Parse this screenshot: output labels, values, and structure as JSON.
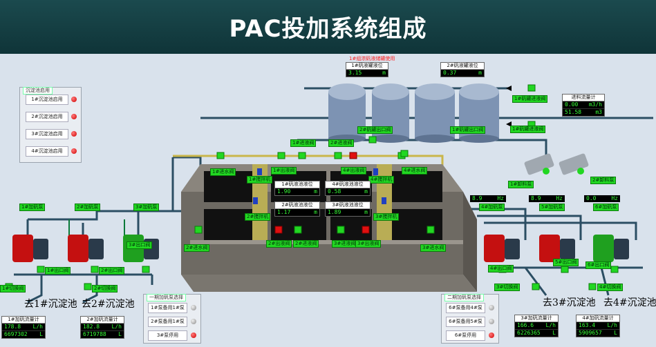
{
  "title": "PAC投加系统组成",
  "storage": {
    "group_label": "1#组浓矾液储罐使用",
    "tank_levels": [
      {
        "label": "1#矾液罐液位",
        "value": "3.15",
        "unit": "m"
      },
      {
        "label": "2#矾液罐液位",
        "value": "0.37",
        "unit": "m"
      }
    ],
    "valves": {
      "inlet": "1#矾罐进液阀",
      "outlet": "2#矾罐出口阀",
      "outlet2": "1#矾罐出口阀",
      "inlet2": "1#矾罐进液阀"
    }
  },
  "feed_meter": {
    "title": "进料流量计",
    "flow": "0.00",
    "flow_unit": "m3/h",
    "total": "51.58",
    "total_unit": "m3"
  },
  "unload_pumps": {
    "p1": "1#卸料泵",
    "p2": "2#卸料泵"
  },
  "settling_panel": {
    "title": "沉淀池启用",
    "items": [
      {
        "label": "1#沉淀池启用",
        "state": "red"
      },
      {
        "label": "2#沉淀池启用",
        "state": "red"
      },
      {
        "label": "3#沉淀池启用",
        "state": "red"
      },
      {
        "label": "4#沉淀池启用",
        "state": "red"
      }
    ]
  },
  "dosing_tanks": {
    "levels": [
      {
        "label": "1#矾液池液位",
        "value": "1.90",
        "unit": "m"
      },
      {
        "label": "4#矾液池液位",
        "value": "0.58",
        "unit": "m"
      },
      {
        "label": "2#矾液池液位",
        "value": "1.17",
        "unit": "m"
      },
      {
        "label": "3#矾液池液位",
        "value": "1.89",
        "unit": "m"
      }
    ],
    "labels": {
      "in1": "1#进液阀",
      "in2": "2#进液阀",
      "w1": "1#进水阀",
      "o1": "1#出液阀",
      "o2": "4#出液阀",
      "w4": "4#进水阀",
      "mix1": "1#搅拌机",
      "mix4": "4#搅拌机",
      "mix2": "2#搅拌机",
      "mix3": "3#搅拌机",
      "w2": "2#进水阀",
      "o2b": "2#出液阀",
      "in2b": "2#进液阀",
      "in3": "3#进液阀",
      "o3": "3#出液阀",
      "w3": "3#进水阀"
    }
  },
  "left_pumps": {
    "labels": [
      "1#加矾泵",
      "2#加矾泵",
      "3#加矾泵"
    ],
    "outlets": [
      "1#出口阀",
      "2#出口阀",
      "3#出口阀"
    ],
    "switch": [
      "1#切换阀",
      "2#切换阀"
    ],
    "dest": [
      "去1#沉淀池",
      "去2#沉淀池"
    ]
  },
  "right_pumps": {
    "freqs": [
      {
        "value": "8.9",
        "unit": "Hz",
        "label": "4#加矾泵"
      },
      {
        "value": "8.9",
        "unit": "Hz",
        "label": "5#加矾泵"
      },
      {
        "value": "0.0",
        "unit": "Hz",
        "label": "6#加矾泵"
      }
    ],
    "outlets": [
      "4#出口阀",
      "5#出口阀",
      "6#出口阀"
    ],
    "switch": [
      "3#切换阀",
      "4#切换阀"
    ],
    "dest": [
      "去3#沉淀池",
      "去4#沉淀池"
    ]
  },
  "group1_panel": {
    "title": "一期加矾泵选择",
    "items": [
      {
        "label": "1#泵备用1#泵",
        "state": "gray"
      },
      {
        "label": "2#泵备用1#泵",
        "state": "gray"
      },
      {
        "label": "3#泵停用",
        "state": "red"
      }
    ]
  },
  "group2_panel": {
    "title": "二期加矾泵选择",
    "items": [
      {
        "label": "6#泵备用4#泵",
        "state": "gray"
      },
      {
        "label": "6#泵备用5#泵",
        "state": "gray"
      },
      {
        "label": "6#泵停用",
        "state": "red"
      }
    ]
  },
  "flow_meters": [
    {
      "title": "1#加矾流量计",
      "flow": "178.8",
      "flow_unit": "L/h",
      "total": "6697302",
      "total_unit": "L"
    },
    {
      "title": "2#加矾流量计",
      "flow": "182.8",
      "flow_unit": "L/h",
      "total": "6719788",
      "total_unit": "L"
    },
    {
      "title": "3#加矾流量计",
      "flow": "166.6",
      "flow_unit": "L/h",
      "total": "6226365",
      "total_unit": "L"
    },
    {
      "title": "4#加矾流量计",
      "flow": "163.4",
      "flow_unit": "L/h",
      "total": "5909657",
      "total_unit": "L"
    }
  ],
  "colors": {
    "title_bg": "#0f3438",
    "pipe": "#2b4e63",
    "label_green": "#22d722",
    "digit_green": "#37ff37"
  }
}
